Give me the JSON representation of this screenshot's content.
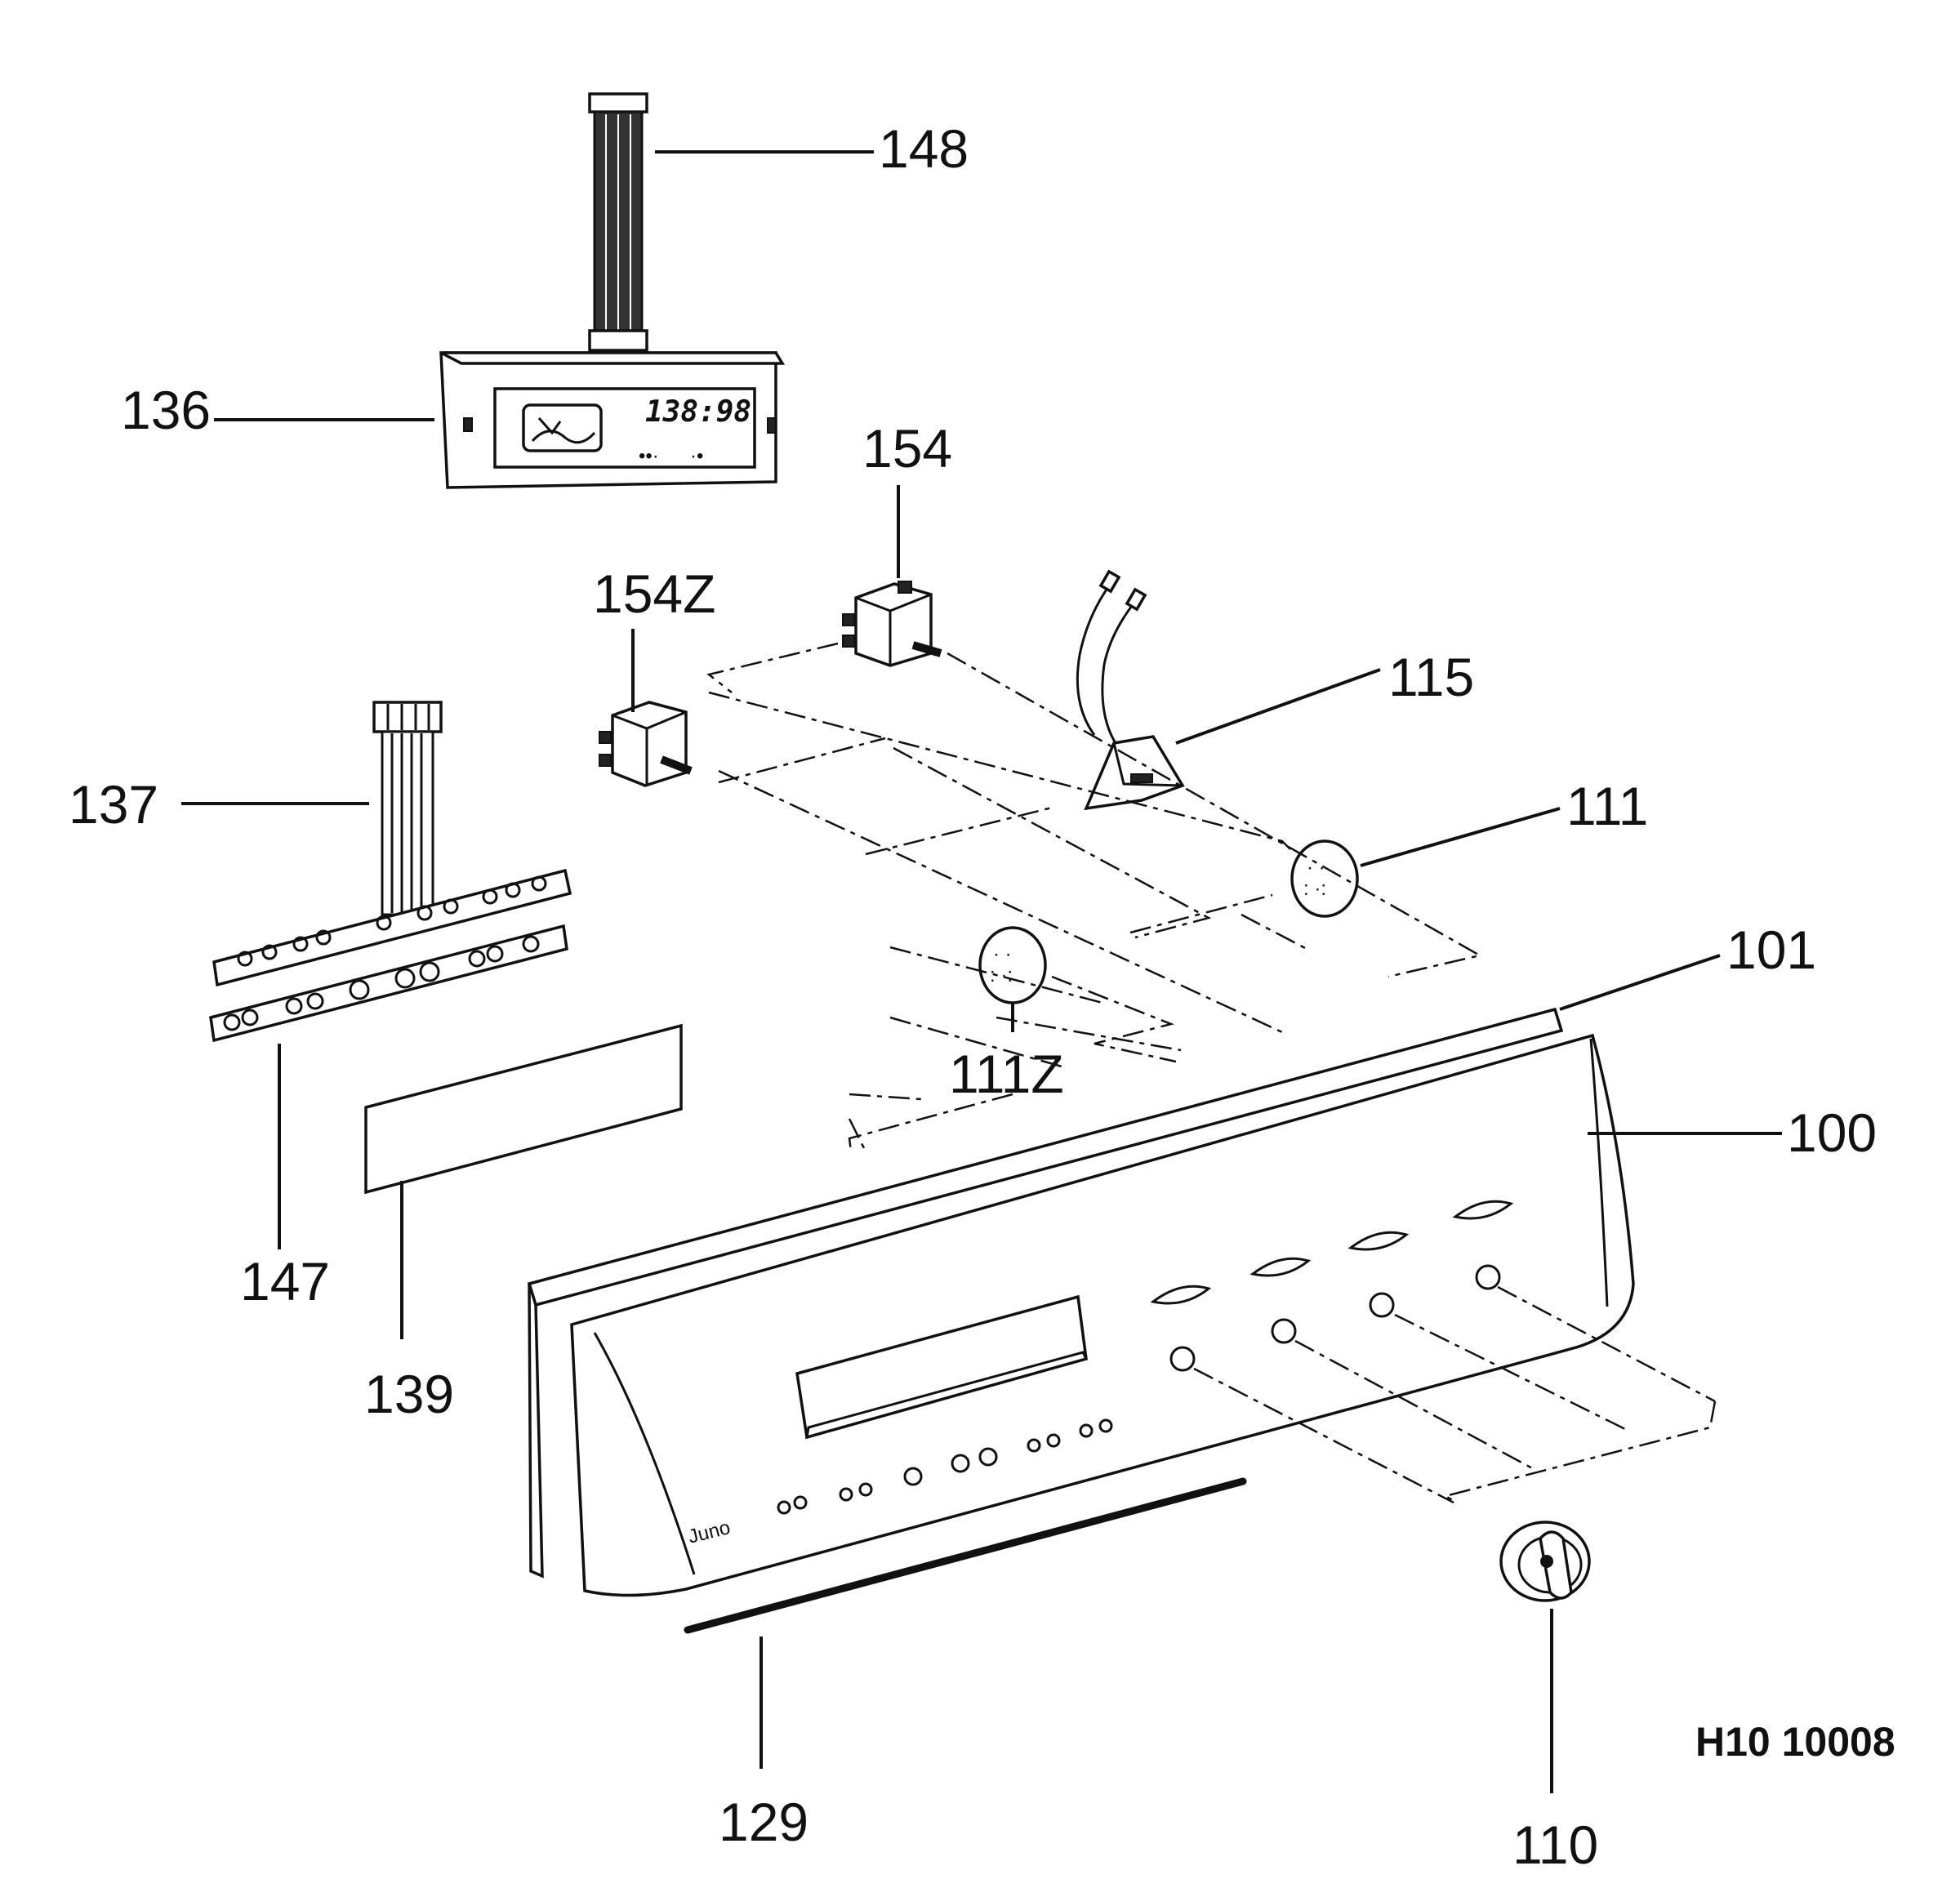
{
  "diagram": {
    "labels": {
      "p148": "148",
      "p136": "136",
      "p154": "154",
      "p154z": "154Z",
      "p115": "115",
      "p137": "137",
      "p111": "111",
      "p101": "101",
      "p111z": "111Z",
      "p100": "100",
      "p147": "147",
      "p139": "139",
      "p129": "129",
      "p110": "110"
    },
    "lcd_readout": "138:98",
    "brand_mark": "Juno",
    "drawing_reference": "H10 10008"
  }
}
